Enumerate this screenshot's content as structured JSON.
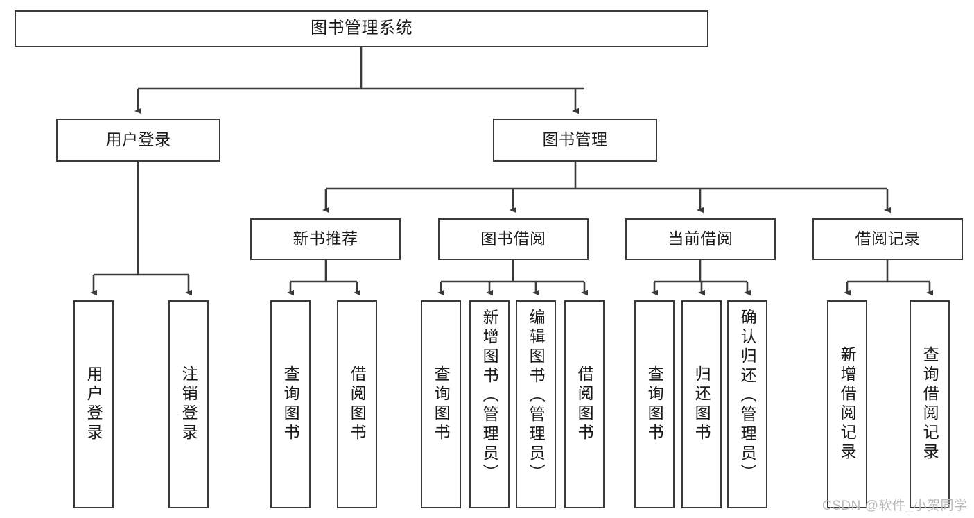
{
  "diagram": {
    "title": "图书管理系统",
    "type": "tree",
    "watermark": "CSDN @软件_小贺同学",
    "nodes": {
      "root": {
        "label": "图书管理系统"
      },
      "level1": [
        {
          "id": "user-login",
          "label": "用户登录"
        },
        {
          "id": "book-manage",
          "label": "图书管理"
        }
      ],
      "level2": [
        {
          "id": "new-book-recommend",
          "label": "新书推荐"
        },
        {
          "id": "book-borrow",
          "label": "图书借阅"
        },
        {
          "id": "current-borrow",
          "label": "当前借阅"
        },
        {
          "id": "borrow-record",
          "label": "借阅记录"
        }
      ],
      "leaves": {
        "user_login": [
          {
            "id": "leaf-user-login",
            "label": "用户登录"
          },
          {
            "id": "leaf-logout",
            "label": "注销登录"
          }
        ],
        "new_book_recommend": [
          {
            "id": "leaf-query-book-1",
            "label": "查询图书"
          },
          {
            "id": "leaf-borrow-book-1",
            "label": "借阅图书"
          }
        ],
        "book_borrow": [
          {
            "id": "leaf-query-book-2",
            "label": "查询图书"
          },
          {
            "id": "leaf-add-book",
            "label": "新增图书（管理员）"
          },
          {
            "id": "leaf-edit-book",
            "label": "编辑图书（管理员）"
          },
          {
            "id": "leaf-borrow-book-2",
            "label": "借阅图书"
          }
        ],
        "current_borrow": [
          {
            "id": "leaf-query-book-3",
            "label": "查询图书"
          },
          {
            "id": "leaf-return-book",
            "label": "归还图书"
          },
          {
            "id": "leaf-confirm-return",
            "label": "确认归还（管理员）"
          }
        ],
        "borrow_record": [
          {
            "id": "leaf-add-record",
            "label": "新增借阅记录"
          },
          {
            "id": "leaf-query-record",
            "label": "查询借阅记录"
          }
        ]
      }
    },
    "colors": {
      "stroke": "#3a3a3a",
      "fill": "#ffffff",
      "text": "#1a1a1a",
      "watermark": "#b9b9b9"
    }
  }
}
